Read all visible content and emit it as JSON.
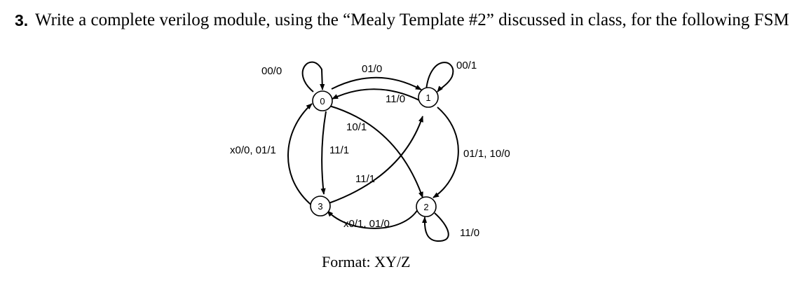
{
  "question": {
    "number": "3.",
    "text": "Write a complete verilog module, using the “Mealy Template #2” discussed in class, for the following FSM."
  },
  "diagram": {
    "states": [
      "0",
      "1",
      "2",
      "3"
    ],
    "transitions": [
      {
        "from": "0",
        "to": "0",
        "label": "00/0"
      },
      {
        "from": "0",
        "to": "1",
        "label": "01/0"
      },
      {
        "from": "1",
        "to": "0",
        "label": "11/0"
      },
      {
        "from": "1",
        "to": "1",
        "label": "00/1"
      },
      {
        "from": "0",
        "to": "2",
        "label": "10/1"
      },
      {
        "from": "0",
        "to": "3",
        "label": "11/1"
      },
      {
        "from": "3",
        "to": "1",
        "label": "11/1"
      },
      {
        "from": "3",
        "to": "0",
        "label": "x0/0, 01/1"
      },
      {
        "from": "1",
        "to": "2",
        "label": "01/1, 10/0"
      },
      {
        "from": "2",
        "to": "3",
        "label": "x0/1, 01/0"
      },
      {
        "from": "2",
        "to": "2",
        "label": "11/0"
      }
    ],
    "caption": "Format: XY/Z"
  }
}
